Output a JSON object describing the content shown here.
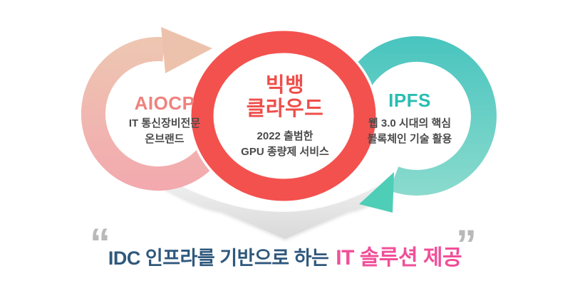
{
  "diagram": {
    "circles": [
      {
        "name": "aiocp",
        "title": "AIOCP",
        "subtitle_line1": "IT 통신장비전문",
        "subtitle_line2": "온브랜드",
        "title_color": "#ef827e",
        "ring_color_top": "#edc8b2",
        "ring_color_bottom": "#f3a8ae",
        "arrow_direction": "clockwise"
      },
      {
        "name": "bigbang-cloud",
        "title_line1": "빅뱅",
        "title_line2": "클라우드",
        "subtitle_line1": "2022 출범한",
        "subtitle_line2": "GPU 종량제 서비스",
        "title_color": "#ef4e4a",
        "ring_color": "#f3514e"
      },
      {
        "name": "ipfs",
        "title": "IPFS",
        "subtitle_line1": "웹 3.0 시대의 핵심",
        "subtitle_line2": "블록체인 기술 활용",
        "title_color": "#29bdb1",
        "ring_color_top": "#47c4be",
        "ring_color_bottom": "#92ddcf",
        "arrow_direction": "clockwise"
      }
    ],
    "subtitle_text_color": "#4a4a4a",
    "funnel_color": "#e6e6e6",
    "conclusion": {
      "open_quote": "“",
      "prefix": "IDC 인프라를 기반으로 하는",
      "highlight": "IT 솔루션 제공",
      "close_quote": "”",
      "prefix_color": "#2f587c",
      "highlight_color": "#f04f99",
      "quote_color": "#b9b9b9"
    }
  }
}
